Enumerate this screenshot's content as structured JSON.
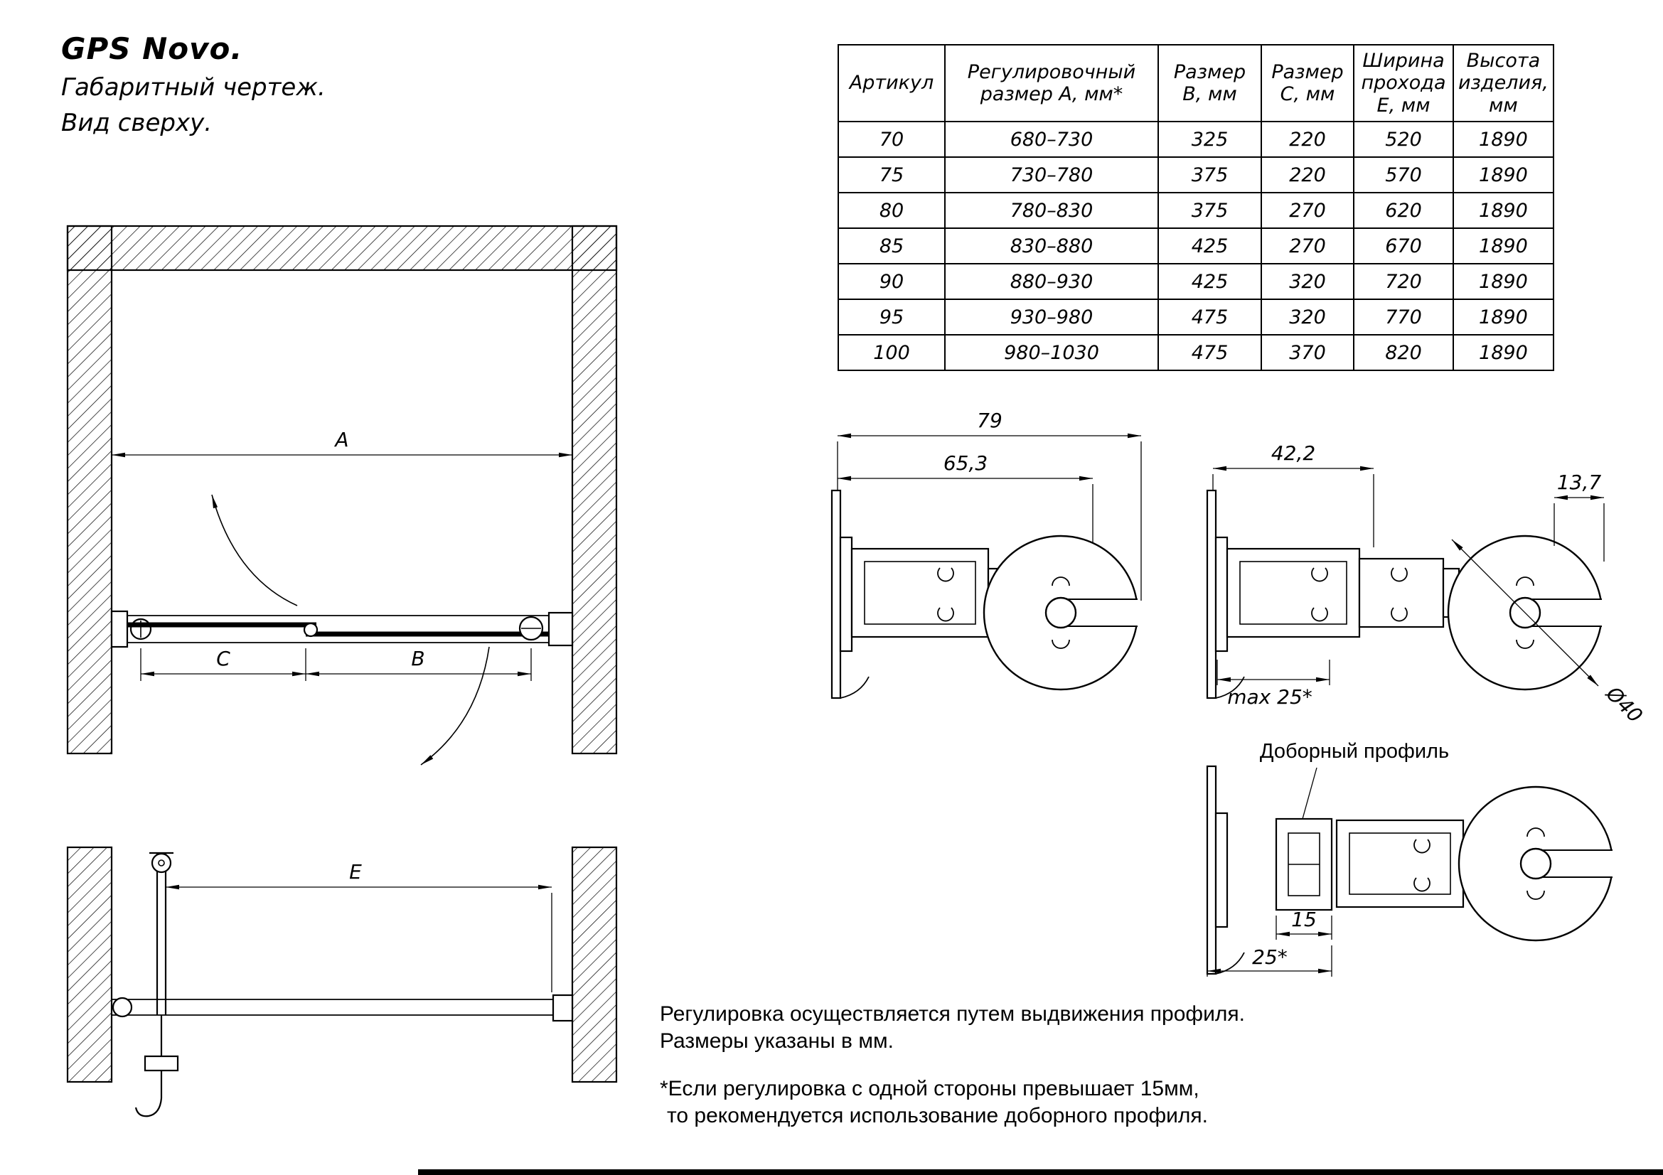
{
  "title": {
    "product": "GPS Novo.",
    "subtitle1": "Габаритный чертеж.",
    "subtitle2": "Вид сверху."
  },
  "table": {
    "headers": [
      "Артикул",
      "Регулировочный размер А, мм*",
      "Размер В, мм",
      "Размер С, мм",
      "Ширина прохода Е, мм",
      "Высота изделия, мм"
    ],
    "rows": [
      [
        "70",
        "680–730",
        "325",
        "220",
        "520",
        "1890"
      ],
      [
        "75",
        "730–780",
        "375",
        "220",
        "570",
        "1890"
      ],
      [
        "80",
        "780–830",
        "375",
        "270",
        "620",
        "1890"
      ],
      [
        "85",
        "830–880",
        "425",
        "270",
        "670",
        "1890"
      ],
      [
        "90",
        "880–930",
        "425",
        "320",
        "720",
        "1890"
      ],
      [
        "95",
        "930–980",
        "475",
        "320",
        "770",
        "1890"
      ],
      [
        "100",
        "980–1030",
        "475",
        "370",
        "820",
        "1890"
      ]
    ]
  },
  "top_view": {
    "dim_a": "A",
    "dim_c": "C",
    "dim_b": "B"
  },
  "side_view": {
    "dim_e": "E"
  },
  "profile1": {
    "dim_width": "79",
    "dim_inner": "65,3"
  },
  "profile2": {
    "dim_width": "42,2",
    "dim_overhang": "13,7",
    "dim_max": "max 25*",
    "dim_diameter": "Ø40"
  },
  "profile3": {
    "callout": "Доборный профиль",
    "dim_insert": "15",
    "dim_offset": "25*"
  },
  "notes": {
    "line1": "Регулировка осуществляется путем выдвижения профиля.",
    "line2": "Размеры указаны в мм.",
    "footnote1": "*Если регулировка с одной стороны превышает 15мм,",
    "footnote2": "то рекомендуется использование доборного профиля."
  }
}
